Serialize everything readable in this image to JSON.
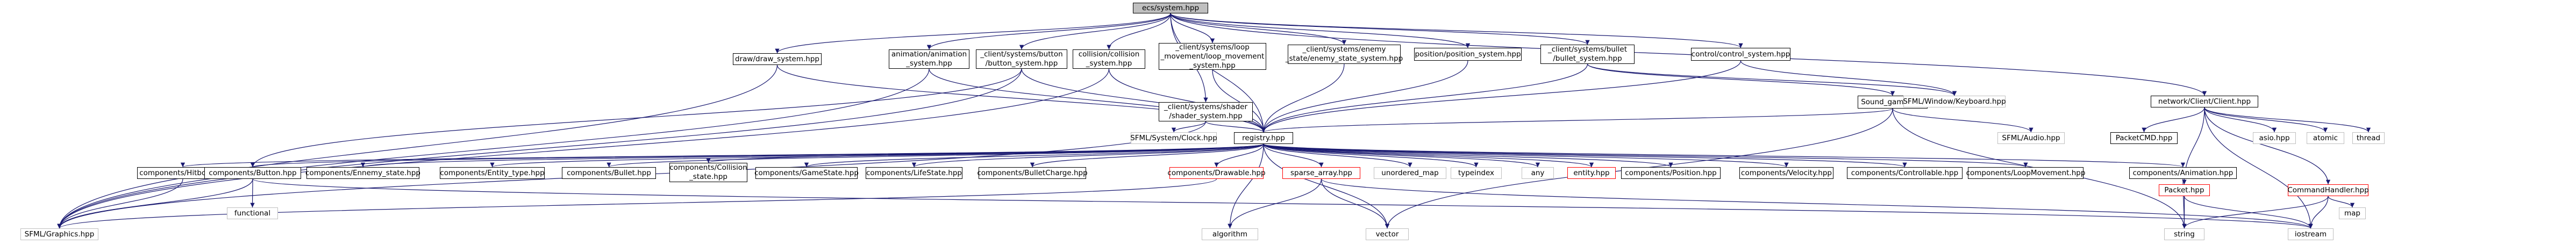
{
  "graph": {
    "nodes": [
      {
        "id": "ecs",
        "label": "ecs/system.hpp",
        "style": "root"
      },
      {
        "id": "draw",
        "label": "draw/draw_system.hpp",
        "style": "normal"
      },
      {
        "id": "anim",
        "label": "animation/animation\n_system.hpp",
        "style": "normal"
      },
      {
        "id": "btnsys",
        "label": "_client/systems/button\n/button_system.hpp",
        "style": "normal"
      },
      {
        "id": "collsys",
        "label": "collision/collision\n_system.hpp",
        "style": "normal"
      },
      {
        "id": "loop",
        "label": "_client/systems/loop\n_movement/loop_movement\n_system.hpp",
        "style": "normal"
      },
      {
        "id": "shader",
        "label": "_client/systems/shader\n/shader_system.hpp",
        "style": "normal"
      },
      {
        "id": "enemysys",
        "label": "_client/systems/enemy\n_state/enemy_state_system.hpp",
        "style": "normal"
      },
      {
        "id": "possys",
        "label": "position/position_system.hpp",
        "style": "normal"
      },
      {
        "id": "bulletsys",
        "label": "_client/systems/bullet\n/bullet_system.hpp",
        "style": "normal"
      },
      {
        "id": "control",
        "label": "control/control_system.hpp",
        "style": "normal"
      },
      {
        "id": "netclient",
        "label": "network/Client/Client.hpp",
        "style": "normal"
      },
      {
        "id": "sound",
        "label": "Sound_game.hpp",
        "style": "normal"
      },
      {
        "id": "keyboard",
        "label": "SFML/Window/Keyboard.hpp",
        "style": "grey"
      },
      {
        "id": "clock",
        "label": "SFML/System/Clock.hpp",
        "style": "grey"
      },
      {
        "id": "registry",
        "label": "registry.hpp",
        "style": "normal"
      },
      {
        "id": "sfaudio",
        "label": "SFML/Audio.hpp",
        "style": "grey"
      },
      {
        "id": "packetcmd",
        "label": "PacketCMD.hpp",
        "style": "normal"
      },
      {
        "id": "asio",
        "label": "asio.hpp",
        "style": "grey"
      },
      {
        "id": "atomic",
        "label": "atomic",
        "style": "grey"
      },
      {
        "id": "thread",
        "label": "thread",
        "style": "grey"
      },
      {
        "id": "hitbox",
        "label": "components/Hitbox.hpp",
        "style": "normal"
      },
      {
        "id": "button",
        "label": "components/Button.hpp",
        "style": "normal"
      },
      {
        "id": "enemystate",
        "label": "components/Ennemy_state.hpp",
        "style": "normal"
      },
      {
        "id": "entitytype",
        "label": "components/Entity_type.hpp",
        "style": "normal"
      },
      {
        "id": "bullet",
        "label": "components/Bullet.hpp",
        "style": "normal"
      },
      {
        "id": "collision",
        "label": "components/Collision\n_state.hpp",
        "style": "normal"
      },
      {
        "id": "gamestate",
        "label": "components/GameState.hpp",
        "style": "normal"
      },
      {
        "id": "lifestate",
        "label": "components/LifeState.hpp",
        "style": "normal"
      },
      {
        "id": "bulletcharge",
        "label": "components/BulletCharge.hpp",
        "style": "normal"
      },
      {
        "id": "drawable",
        "label": "components/Drawable.hpp",
        "style": "red"
      },
      {
        "id": "sparse",
        "label": "sparse_array.hpp",
        "style": "red"
      },
      {
        "id": "unordered",
        "label": "unordered_map",
        "style": "grey"
      },
      {
        "id": "typeindex",
        "label": "typeindex",
        "style": "grey"
      },
      {
        "id": "any",
        "label": "any",
        "style": "grey"
      },
      {
        "id": "entity",
        "label": "entity.hpp",
        "style": "red"
      },
      {
        "id": "position",
        "label": "components/Position.hpp",
        "style": "normal"
      },
      {
        "id": "velocity",
        "label": "components/Velocity.hpp",
        "style": "normal"
      },
      {
        "id": "controllable",
        "label": "components/Controllable.hpp",
        "style": "normal"
      },
      {
        "id": "loopmov",
        "label": "components/LoopMovement.hpp",
        "style": "normal"
      },
      {
        "id": "animation",
        "label": "components/Animation.hpp",
        "style": "normal"
      },
      {
        "id": "packet",
        "label": "Packet.hpp",
        "style": "red"
      },
      {
        "id": "cmdhandler",
        "label": "CommandHandler.hpp",
        "style": "red"
      },
      {
        "id": "functional",
        "label": "functional",
        "style": "grey"
      },
      {
        "id": "sfgraphics",
        "label": "SFML/Graphics.hpp",
        "style": "grey"
      },
      {
        "id": "algorithm",
        "label": "algorithm",
        "style": "grey"
      },
      {
        "id": "vector",
        "label": "vector",
        "style": "grey"
      },
      {
        "id": "string",
        "label": "string",
        "style": "grey"
      },
      {
        "id": "iostream",
        "label": "iostream",
        "style": "grey"
      },
      {
        "id": "map",
        "label": "map",
        "style": "grey"
      }
    ],
    "edges": [
      [
        "ecs",
        "draw"
      ],
      [
        "ecs",
        "anim"
      ],
      [
        "ecs",
        "btnsys"
      ],
      [
        "ecs",
        "collsys"
      ],
      [
        "ecs",
        "loop"
      ],
      [
        "ecs",
        "shader"
      ],
      [
        "ecs",
        "enemysys"
      ],
      [
        "ecs",
        "possys"
      ],
      [
        "ecs",
        "bulletsys"
      ],
      [
        "ecs",
        "control"
      ],
      [
        "ecs",
        "netclient"
      ],
      [
        "ecs",
        "registry"
      ],
      [
        "draw",
        "registry"
      ],
      [
        "draw",
        "sfgraphics"
      ],
      [
        "anim",
        "registry"
      ],
      [
        "anim",
        "sfgraphics"
      ],
      [
        "btnsys",
        "registry"
      ],
      [
        "btnsys",
        "button"
      ],
      [
        "btnsys",
        "sfgraphics"
      ],
      [
        "collsys",
        "registry"
      ],
      [
        "collsys",
        "sfgraphics"
      ],
      [
        "loop",
        "registry"
      ],
      [
        "shader",
        "registry"
      ],
      [
        "shader",
        "clock"
      ],
      [
        "shader",
        "sfgraphics"
      ],
      [
        "enemysys",
        "registry"
      ],
      [
        "possys",
        "registry"
      ],
      [
        "bulletsys",
        "registry"
      ],
      [
        "bulletsys",
        "sound"
      ],
      [
        "bulletsys",
        "keyboard"
      ],
      [
        "control",
        "registry"
      ],
      [
        "control",
        "keyboard"
      ],
      [
        "sound",
        "registry"
      ],
      [
        "sound",
        "sfaudio"
      ],
      [
        "sound",
        "string"
      ],
      [
        "sound",
        "vector"
      ],
      [
        "netclient",
        "packetcmd"
      ],
      [
        "netclient",
        "asio"
      ],
      [
        "netclient",
        "atomic"
      ],
      [
        "netclient",
        "thread"
      ],
      [
        "netclient",
        "packet"
      ],
      [
        "netclient",
        "cmdhandler"
      ],
      [
        "netclient",
        "iostream"
      ],
      [
        "registry",
        "hitbox"
      ],
      [
        "registry",
        "button"
      ],
      [
        "registry",
        "enemystate"
      ],
      [
        "registry",
        "entitytype"
      ],
      [
        "registry",
        "bullet"
      ],
      [
        "registry",
        "collision"
      ],
      [
        "registry",
        "gamestate"
      ],
      [
        "registry",
        "lifestate"
      ],
      [
        "registry",
        "bulletcharge"
      ],
      [
        "registry",
        "drawable"
      ],
      [
        "registry",
        "sparse"
      ],
      [
        "registry",
        "unordered"
      ],
      [
        "registry",
        "typeindex"
      ],
      [
        "registry",
        "any"
      ],
      [
        "registry",
        "entity"
      ],
      [
        "registry",
        "position"
      ],
      [
        "registry",
        "velocity"
      ],
      [
        "registry",
        "controllable"
      ],
      [
        "registry",
        "loopmov"
      ],
      [
        "registry",
        "animation"
      ],
      [
        "registry",
        "algorithm"
      ],
      [
        "registry",
        "vector"
      ],
      [
        "button",
        "functional"
      ],
      [
        "button",
        "sfgraphics"
      ],
      [
        "button",
        "iostream"
      ],
      [
        "hitbox",
        "sfgraphics"
      ],
      [
        "drawable",
        "sfgraphics"
      ],
      [
        "sparse",
        "algorithm"
      ],
      [
        "sparse",
        "vector"
      ],
      [
        "sparse",
        "iostream"
      ],
      [
        "animation",
        "string"
      ],
      [
        "packet",
        "string"
      ],
      [
        "packet",
        "iostream"
      ],
      [
        "cmdhandler",
        "string"
      ],
      [
        "cmdhandler",
        "iostream"
      ],
      [
        "cmdhandler",
        "map"
      ]
    ]
  }
}
